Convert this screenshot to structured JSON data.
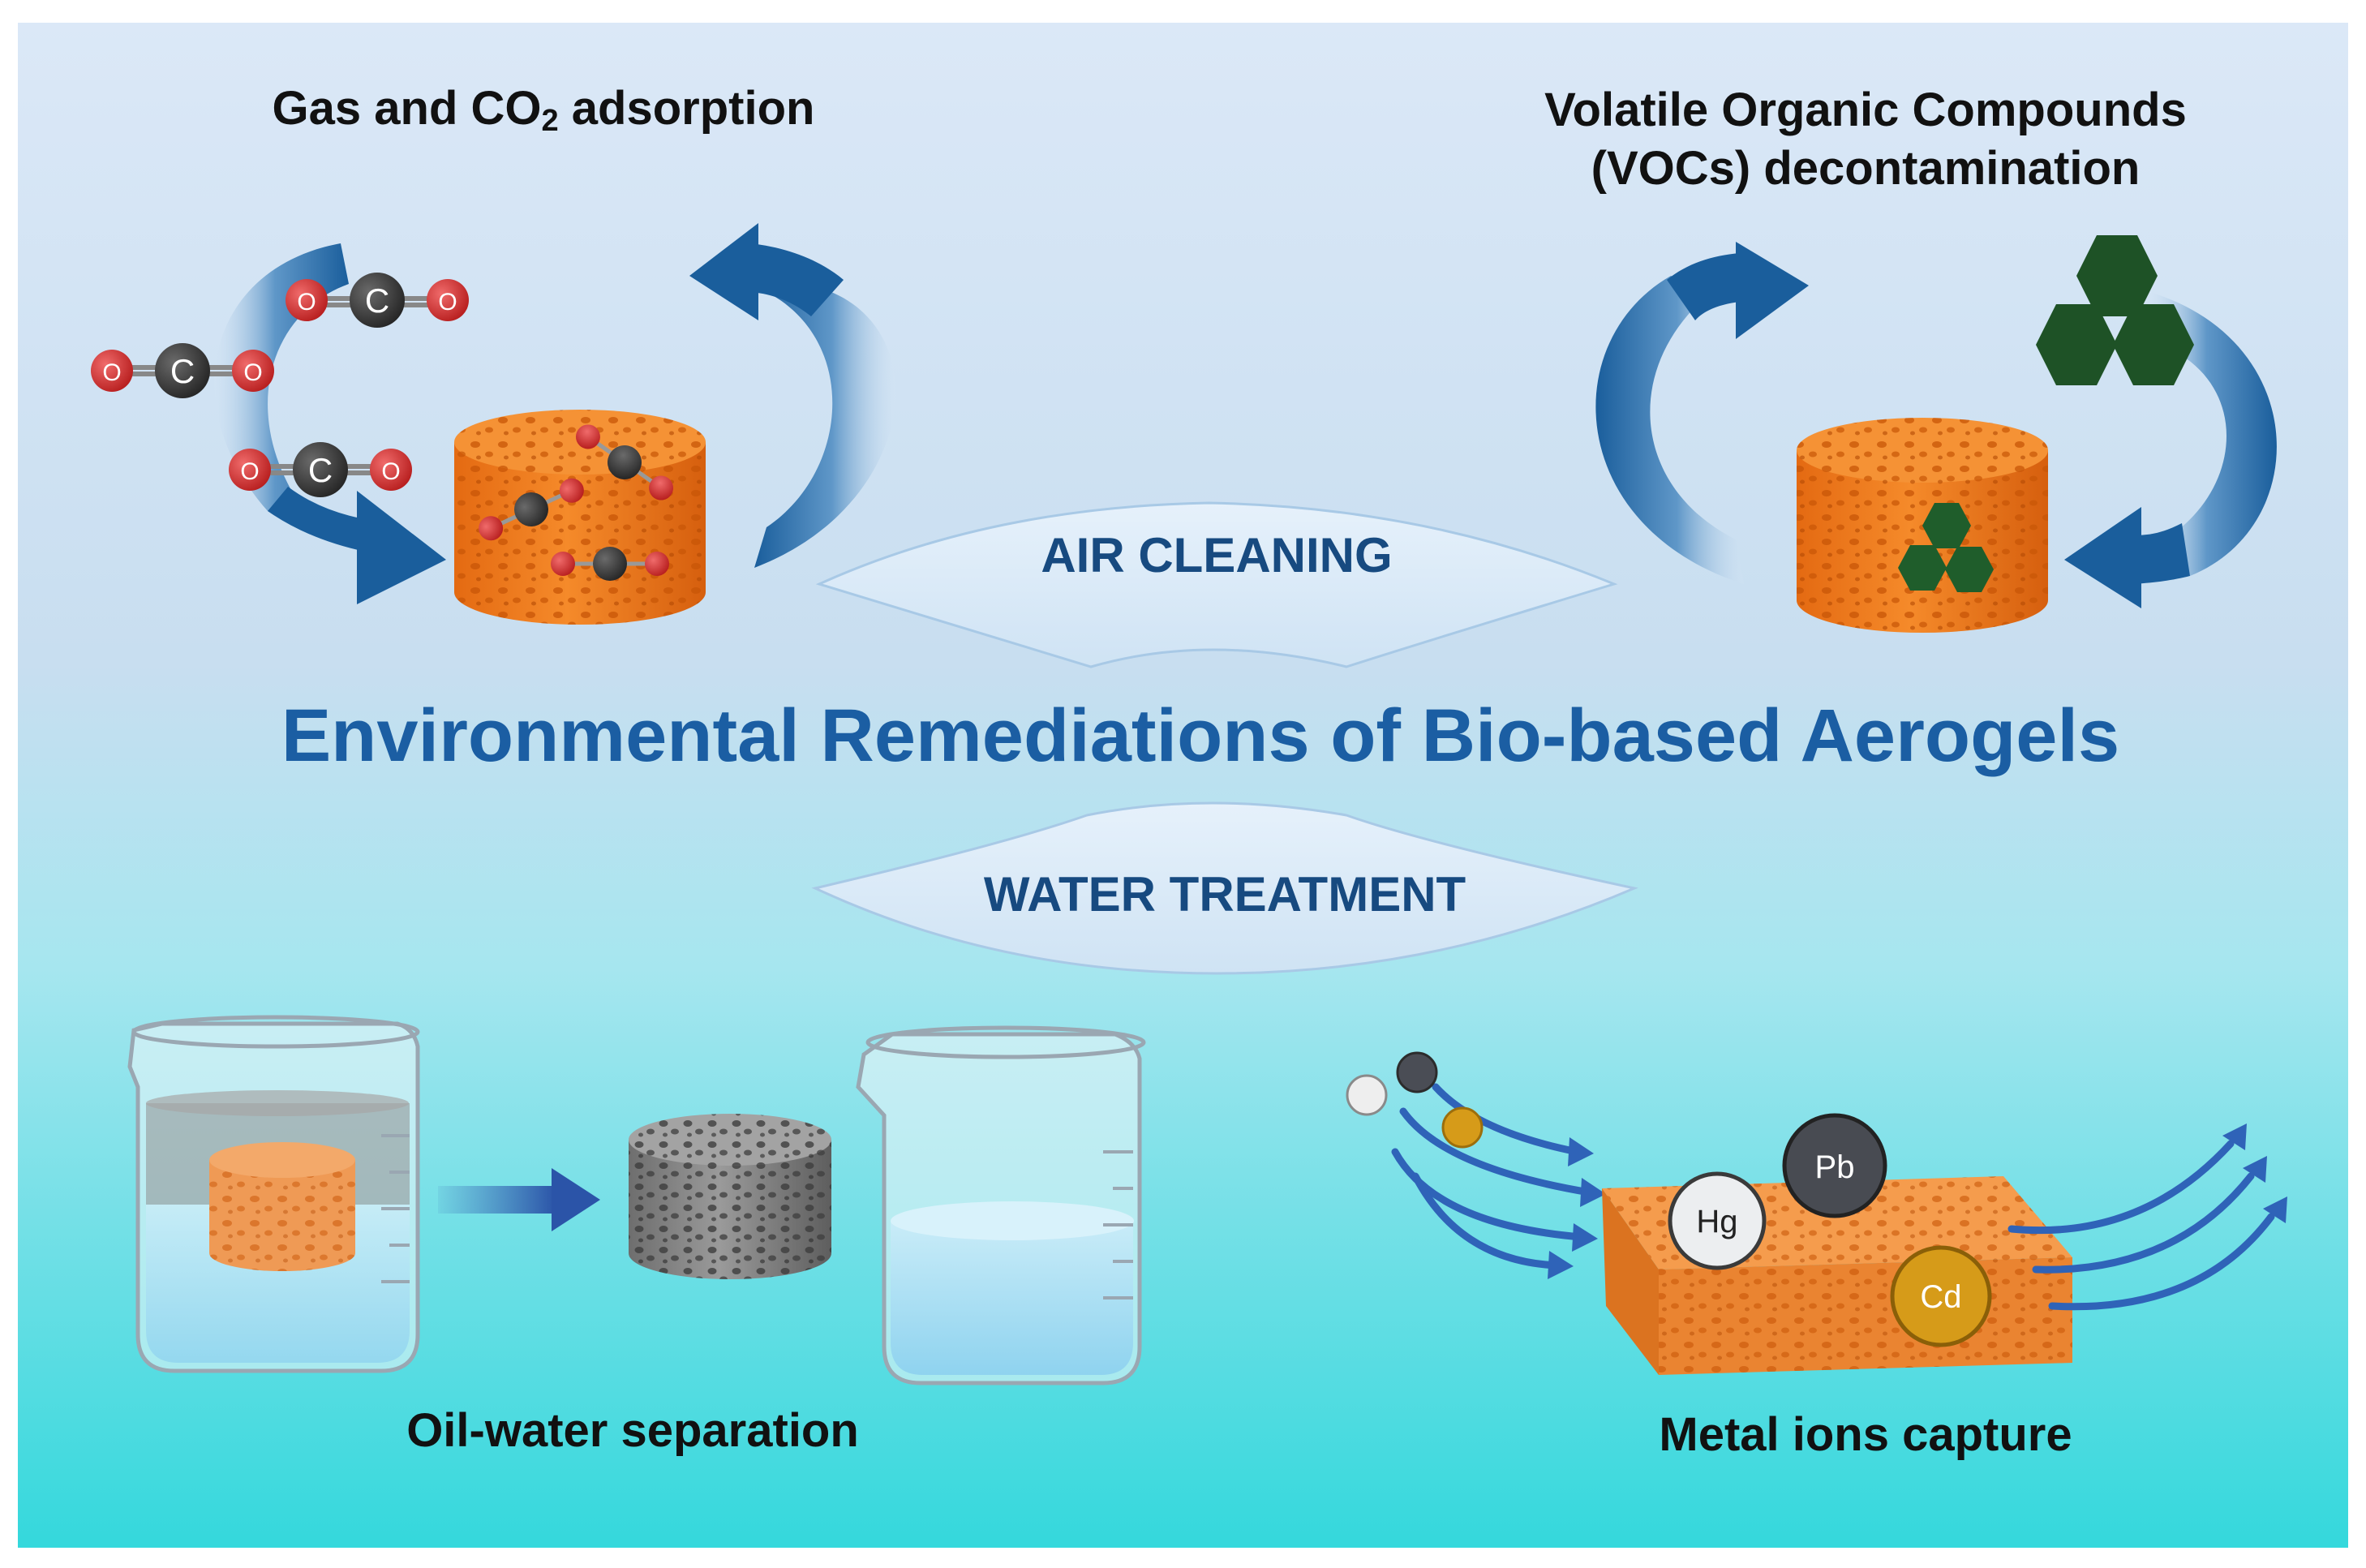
{
  "main_title": "Environmental Remediations of Bio-based Aerogels",
  "categories": {
    "air": "AIR CLEANING",
    "water": "WATER TREATMENT"
  },
  "applications": {
    "gas": {
      "text": "Gas and CO",
      "sub": "2",
      "suffix": " adsorption"
    },
    "voc": {
      "line1": "Volatile Organic Compounds",
      "line2": "(VOCs) decontamination"
    },
    "oil": "Oil-water separation",
    "metal": "Metal ions capture"
  },
  "molecule_atoms": {
    "oxygen": "O",
    "carbon": "C"
  },
  "metal_ions": [
    "Hg",
    "Pb",
    "Cd"
  ],
  "colors": {
    "background_top": "#dbe8f7",
    "background_bottom": "#34d8dc",
    "title_blue": "#1b5ea3",
    "arrow_blue": "#1a5e9c",
    "aerogel_orange": "#f27f22",
    "voc_green": "#1e5226",
    "oxygen_red": "#d83434",
    "carbon_gray": "#3d3d3d",
    "pb_dark": "#484b52",
    "cd_gold": "#d69b19",
    "hg_light": "#eceef0"
  }
}
